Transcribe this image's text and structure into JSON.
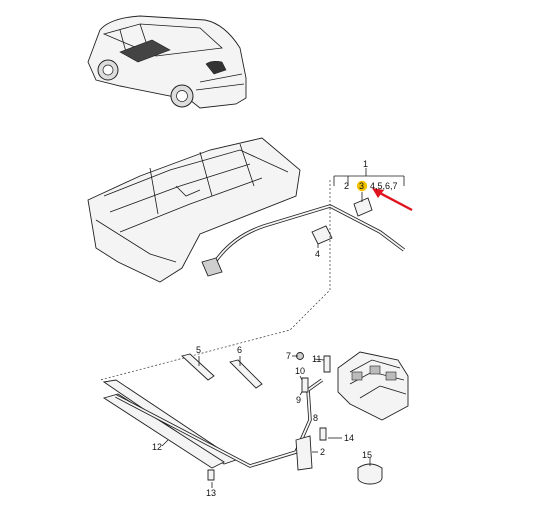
{
  "callouts": {
    "c1": "1",
    "c2": "2",
    "c3": "3",
    "c4567": "4,5,6,7",
    "c4": "4",
    "c5": "5",
    "c6": "6",
    "c7": "7",
    "c8": "8",
    "c9": "9",
    "c10": "10",
    "c11": "11",
    "c12": "12",
    "c13": "13",
    "c14": "14",
    "c15": "15",
    "c2b": "2"
  },
  "colors": {
    "highlight": "#f2c400",
    "arrow": "#e0141e",
    "line": "#1a1a1a"
  }
}
